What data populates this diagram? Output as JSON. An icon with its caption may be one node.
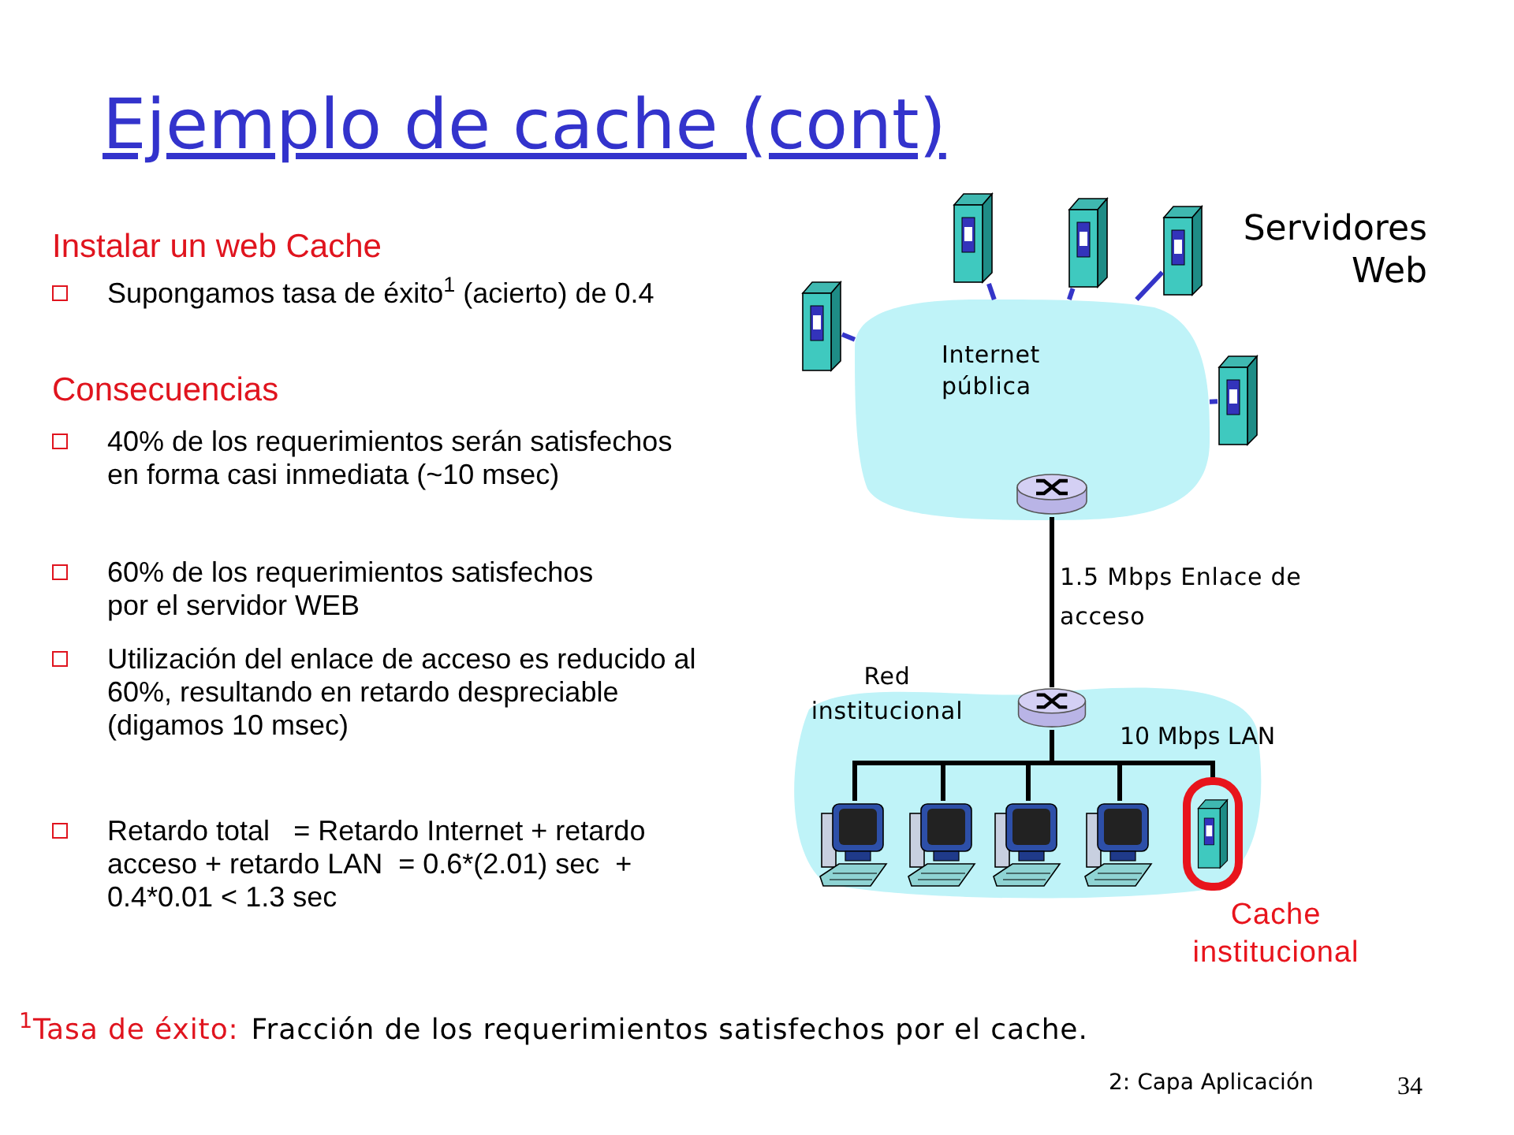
{
  "diagram": {
    "title": "Ejemplo de cache (cont)",
    "nodes": [
      {
        "text": [
          "Internet pública"
        ]
      },
      {
        "text": [],
        "shape": "picture"
      },
      {
        "text": [],
        "shape": "picture"
      },
      {
        "text": [],
        "shape": "picture"
      },
      {
        "text": [],
        "shape": "picture"
      },
      {
        "text": [],
        "shape": "picture"
      },
      {
        "text": [],
        "shape": "cylinder",
        "in": 0
      },
      {
        "text": [
          "Red institucional"
        ]
      },
      {
        "text": [],
        "shape": "cylinder",
        "in": 7
      },
      {
        "text": [],
        "shape": "picture",
        "in": 7
      },
      {
        "text": [],
        "shape": "picture",
        "in": 7
      },
      {
        "text": [],
        "shape": "picture",
        "in": 7
      },
      {
        "text": [],
        "shape": "picture",
        "in": 7
      },
      {
        "text": [],
        "shape": "picture",
        "in": 7,
        "beside": [
          "Cache institucional"
        ]
      }
    ],
    "edges": [
      {
        "from": 1,
        "to": 0,
        "arrow": "none",
        "color": "#3535c8"
      },
      {
        "from": 2,
        "to": 0,
        "arrow": "none",
        "color": "#3535c8"
      },
      {
        "from": 3,
        "to": 0,
        "arrow": "none",
        "color": "#3535c8"
      },
      {
        "from": 4,
        "to": 0,
        "arrow": "none",
        "color": "#3535c8"
      },
      {
        "from": 5,
        "to": 0,
        "arrow": "none",
        "color": "#3535c8"
      },
      {
        "from": 6,
        "to": 8,
        "arrow": "none",
        "label": "1.5 Mbps Enlace de acceso"
      },
      {
        "from": 8,
        "to": 9,
        "arrow": "none"
      },
      {
        "from": 8,
        "to": 10,
        "arrow": "none"
      },
      {
        "from": 8,
        "to": 11,
        "arrow": "none"
      },
      {
        "from": 8,
        "to": 12,
        "arrow": "none"
      },
      {
        "from": 8,
        "to": 13,
        "arrow": "none"
      }
    ],
    "labels": [
      "Instalar un web Cache",
      "Supongamos tasa de éxito$^{1}$ (acierto) de 0.4",
      "Consecuencias",
      "40% de los requerimientos serán satisfechos en forma casi inmediata (~10 msec)",
      "60% de los requerimientos satisfechos por el servidor WEB",
      "Utilización del enlace de acceso es reducido al 60%, resultando en retardo despreciable (digamos 10 msec)",
      "Retardo total   = Retardo Internet + retardo acceso + retardo LAN  = 0.6*(2.01) sec  + 0.4*0.01 < 1.3 sec",
      "Servidores Web",
      "10 Mbps LAN",
      "$^{1}$Tasa de éxito:",
      "Fracción de los requerimientos satisfechos por el cache.",
      "2: Capa Aplicación",
      "34"
    ]
  }
}
